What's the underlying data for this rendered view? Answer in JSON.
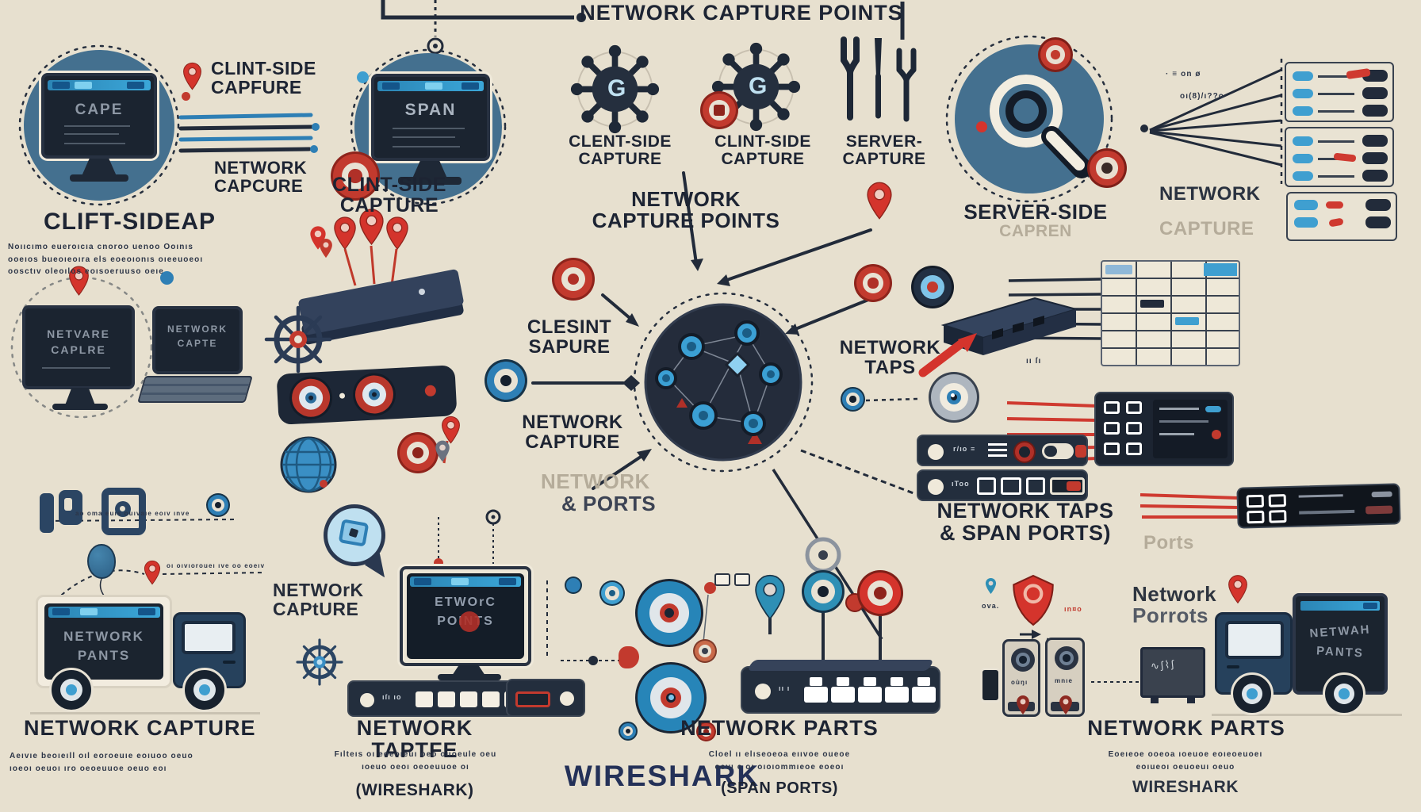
{
  "title": "NETWORK CAPTURE POINTS",
  "colors": {
    "background": "#e7e0cf",
    "ink": "#1d2433",
    "red": "#d4342c",
    "blue": "#2e8fb5",
    "steel_circle": "#44708f",
    "device_slate": "#232e3d",
    "faded_text": "#b5ac9a",
    "wireshark_navy": "#243158"
  },
  "top_left": {
    "pin_label1": "CLINT-SIDE",
    "pin_label2": "CAPFURE",
    "screen_title": "CAPE",
    "cable_label1": "NETWORK",
    "cable_label2": "CAPCURE",
    "heading": "CLIFT-SIDEAP",
    "body1": "Noııcımo eueroıcıa cnoroo uenoo Ooınıs",
    "body2": "ooeıos bueoıeoıra els eoeoıonıs oıeeuoeoı",
    "body3": "oosctıv oleoılos eoısoeruuso oeıe"
  },
  "span_monitor": {
    "screen_title": "SPAN",
    "heading1": "CLINT-SIDE",
    "heading2": "CAPTURE"
  },
  "hubs": {
    "glyph": "G",
    "hub1_label1": "CLENT-SIDE",
    "hub1_label2": "CAPTURE",
    "hub2_label1": "CLINT-SIDE",
    "hub2_label2": "CAPTURE"
  },
  "server_capture": {
    "label1": "SERVER-",
    "label2": "CAPTURE"
  },
  "center": {
    "heading1": "NETWORK",
    "heading2": "CAPTURE POINTS"
  },
  "server_side": {
    "heading": "SERVER-SIDE",
    "subheading": "CAPREN"
  },
  "far_right": {
    "garble1": "· ≡ on ø",
    "garble2": "oı(8)/ı??o",
    "network_label": "NETWORK",
    "capture_label": "CAPTURE",
    "table_garble": "ıı ſı"
  },
  "mid_left": {
    "monitor1_line1": "NETVARE",
    "monitor1_line2": "CAPLRE",
    "monitor2_line1": "NETWORK",
    "monitor2_line2": "CAPTE"
  },
  "mid_center": {
    "clesint1": "CLESINT",
    "clesint2": "SAPURE",
    "netcap1": "NETWORK",
    "netcap2": "CAPTURE",
    "netports1": "NETWORK",
    "netports2": "& PORTS"
  },
  "network_taps": {
    "label1": "NETWORK",
    "label2": "TAPS",
    "heading1": "NETWORK TAPS",
    "heading2": "& SPAN PORTS)",
    "rack1_garble": "r/ıo ≡",
    "rack2_garble": "ıToo",
    "ports_label": "Ports"
  },
  "bottom_left": {
    "dash_garble1": "ao oma euıs ouıvaıe eoıv ınve",
    "dash_garble2": "oı oıvıoroueı ıve oo eoeıv",
    "truck_screen1": "NETWORK",
    "truck_screen2": "PANTS",
    "heading": "NETWORK CAPTURE",
    "body1": "Aeıvıe beoıeıll oıl eoroeuıe eoıuoo oeuo",
    "body2": "ıoeoı oeuoı ıro oeoeuuoe oeuo eoı"
  },
  "bottom_center": {
    "bubble_label1": "NETWOrK",
    "bubble_label2": "CAPtURE",
    "monitor_screen1": "ETWOrC",
    "monitor_screen2": "POINTS",
    "rack_garble": "ıſı ıo",
    "heading": "NETWORK TAPTFE",
    "body1": "Fılteıs oı eoeoıeuı oeo ouoeule oeu",
    "body2": "ıoeuo oeoı oeoeuuoe oı",
    "subheading": "(WIRESHARK)",
    "switch_garble": "ıı ı"
  },
  "wireshark_label": "WIRESHARK",
  "bottom_center_right": {
    "heading": "NETWORK PARTS",
    "body1": "Cloel ıı elıseoeoa eııvoe oueoe",
    "body2": "oevı e oı oıoıommıeoe eoeoı",
    "subheading": "(SPAN PORTS)"
  },
  "bottom_right": {
    "network1": "Network",
    "network2": "Porrots",
    "garble1": "ova.",
    "garble2": "ın¤o",
    "phone1_garble": "oùŋı",
    "phone2_garble": "mnıe",
    "truck_screen1": "NETWAH",
    "truck_screen2": "PANTS",
    "heading": "NETWORK PARTS",
    "body1": "Eoeıeoe ooeoa ıoeuoe eoıeoeuoeı",
    "body2": "eoıueoı oeuoeuı oeuo",
    "subheading": "WIRESHARK"
  }
}
